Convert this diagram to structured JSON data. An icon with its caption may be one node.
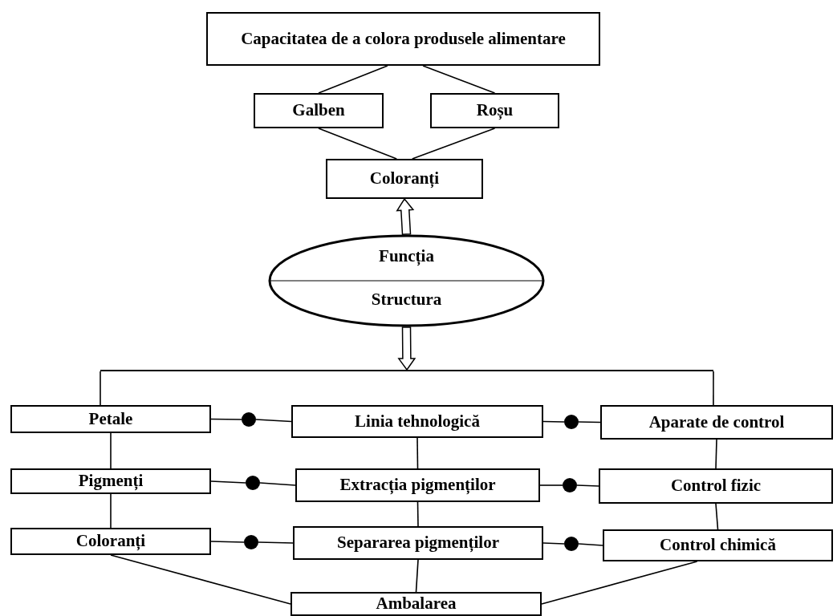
{
  "diagram": {
    "nodes": [
      {
        "text": [
          "Capacitatea de a colora produsele alimentare"
        ]
      },
      {
        "text": [
          "Galben"
        ]
      },
      {
        "text": [
          "Roșu"
        ]
      },
      {
        "text": [
          "Coloranți"
        ]
      },
      {
        "text": [
          "Funcția",
          "Structura"
        ]
      },
      {
        "text": [
          "Petale"
        ]
      },
      {
        "text": [
          "Linia tehnologică"
        ]
      },
      {
        "text": [
          "Aparate de control"
        ]
      },
      {
        "text": [
          "Pigmenți"
        ]
      },
      {
        "text": [
          "Extracția pigmenților"
        ]
      },
      {
        "text": [
          "Control fizic"
        ]
      },
      {
        "text": [
          "Coloranți"
        ]
      },
      {
        "text": [
          "Separarea pigmenților"
        ]
      },
      {
        "text": [
          "Control chimică"
        ]
      },
      {
        "text": [
          "Ambalarea"
        ]
      },
      {
        "text": [],
        "shape": "circle"
      },
      {
        "text": [],
        "shape": "circle"
      },
      {
        "text": [],
        "shape": "circle"
      },
      {
        "text": [],
        "shape": "circle"
      },
      {
        "text": [],
        "shape": "circle"
      },
      {
        "text": [],
        "shape": "circle"
      },
      {
        "text": [],
        "shape": "bar"
      }
    ],
    "edges": [
      {
        "from": 0,
        "to": 1,
        "arrow": "none"
      },
      {
        "from": 0,
        "to": 2,
        "arrow": "none"
      },
      {
        "from": 1,
        "to": 3,
        "arrow": "none"
      },
      {
        "from": 2,
        "to": 3,
        "arrow": "none"
      },
      {
        "from": 4,
        "to": 3,
        "arrow": "to",
        "style": "thick"
      },
      {
        "from": 4,
        "to": 21,
        "arrow": "to",
        "style": "thick"
      },
      {
        "from": 21,
        "to": 5,
        "arrow": "none"
      },
      {
        "from": 5,
        "to": 8,
        "arrow": "none"
      },
      {
        "from": 8,
        "to": 11,
        "arrow": "none"
      },
      {
        "from": 6,
        "to": 9,
        "arrow": "none"
      },
      {
        "from": 9,
        "to": 12,
        "arrow": "none"
      },
      {
        "from": 12,
        "to": 14,
        "arrow": "none"
      },
      {
        "from": 7,
        "to": 10,
        "arrow": "none"
      },
      {
        "from": 10,
        "to": 13,
        "arrow": "none"
      },
      {
        "from": 11,
        "to": 14,
        "arrow": "none"
      },
      {
        "from": 13,
        "to": 14,
        "arrow": "none"
      },
      {
        "from": 5,
        "to": 15,
        "arrow": "none"
      },
      {
        "from": 15,
        "to": 6,
        "arrow": "none"
      },
      {
        "from": 6,
        "to": 16,
        "arrow": "none"
      },
      {
        "from": 16,
        "to": 7,
        "arrow": "none"
      },
      {
        "from": 8,
        "to": 17,
        "arrow": "none"
      },
      {
        "from": 17,
        "to": 9,
        "arrow": "none"
      },
      {
        "from": 9,
        "to": 18,
        "arrow": "none"
      },
      {
        "from": 18,
        "to": 10,
        "arrow": "none"
      },
      {
        "from": 11,
        "to": 19,
        "arrow": "none"
      },
      {
        "from": 19,
        "to": 12,
        "arrow": "none"
      },
      {
        "from": 12,
        "to": 20,
        "arrow": "none"
      },
      {
        "from": 20,
        "to": 13,
        "arrow": "none"
      },
      {
        "from": 21,
        "to": 7,
        "arrow": "none"
      }
    ]
  }
}
